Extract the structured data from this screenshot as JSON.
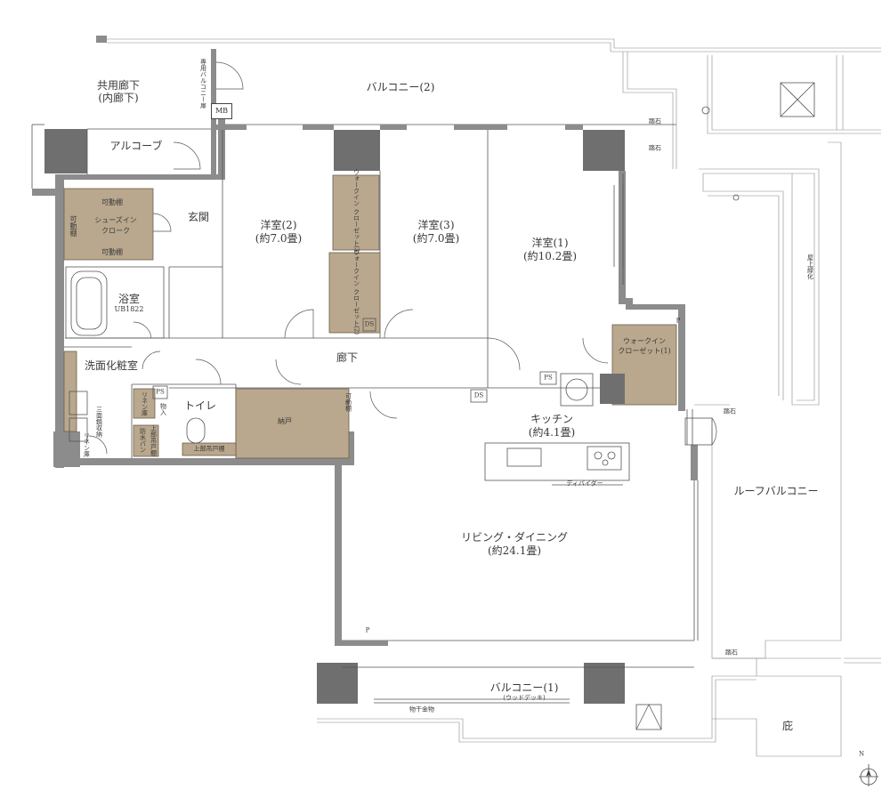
{
  "labels": {
    "common_corridor": "共用廊下",
    "common_corridor_sub": "(内廊下)",
    "private_balcony_door": "専用バルコニー扉",
    "balcony2": "バルコニー(2)",
    "mb": "MB",
    "alcove": "アルコーブ",
    "entrance": "玄関",
    "shoes_in_closet": "シューズイン",
    "shoes_in_closet2": "クローク",
    "movable_shelf": "可動棚",
    "room2": "洋室(2)",
    "room2_size": "(約7.0畳)",
    "room3": "洋室(3)",
    "room3_size": "(約7.0畳)",
    "room1": "洋室(1)",
    "room1_size": "(約10.2畳)",
    "wic3": "ウォークイン クローゼット(3)",
    "wic2": "ウォークイン クローゼット(2)",
    "wic1": "ウォークイン",
    "wic1b": "クローゼット(1)",
    "bathroom": "浴室",
    "bathroom_size": "UB1822",
    "washroom": "洗面化粧室",
    "corridor": "廊下",
    "ds": "DS",
    "ps": "PS",
    "p": "P",
    "toilet": "トイレ",
    "linen": "リネン庫",
    "storage_small": "物入",
    "waterproof_pan": "防水パン",
    "upper_cabinet": "上部吊戸棚",
    "upper_cabinet2": "上部吊戸棚",
    "closet_nando": "納戸",
    "mirror_storage": "三面鏡収納",
    "linen2": "リネン庫",
    "kitchen": "キッチン",
    "kitchen_size": "(約4.1畳)",
    "divider": "ディバイダー",
    "living": "リビング・ダイニング",
    "living_size": "(約24.1畳)",
    "roof_balcony": "ルーフバルコニー",
    "roof_green": "屋上緑化",
    "stepping_stone": "踏石",
    "balcony1": "バルコニー(1)",
    "balcony1_sub": "(ウッドデッキ)",
    "drying_hardware": "物干金物",
    "eaves": "庇",
    "north": "N"
  },
  "colors": {
    "wall": "#8c8c8c",
    "column": "#6f6f6f",
    "closet_fill": "#b9a88e",
    "closet_edge": "#6d5e49",
    "line": "#555555",
    "text": "#3a3a3a"
  }
}
